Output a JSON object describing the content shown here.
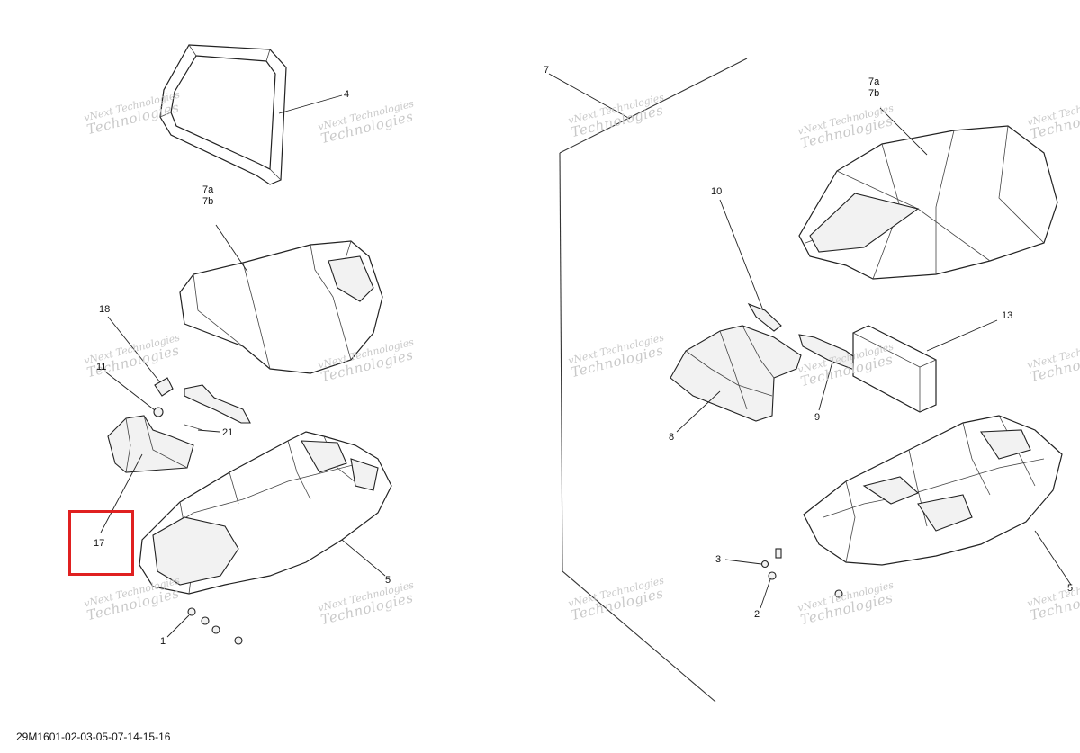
{
  "callouts": {
    "c4": "4",
    "c7a_left": "7a",
    "c7b_left": "7b",
    "c18": "18",
    "c11": "11",
    "c21": "21",
    "c17": "17",
    "c5_left": "5",
    "c1": "1",
    "c7": "7",
    "c7a_right": "7a",
    "c7b_right": "7b",
    "c10": "10",
    "c13": "13",
    "c8": "8",
    "c9": "9",
    "c5_right": "5",
    "c3": "3",
    "c2": "2"
  },
  "watermark": {
    "line1": "vNext Technologies",
    "line2": "Technologies"
  },
  "footer": "29M1601-02-03-05-07-14-15-16",
  "highlight_color": "#e02020"
}
